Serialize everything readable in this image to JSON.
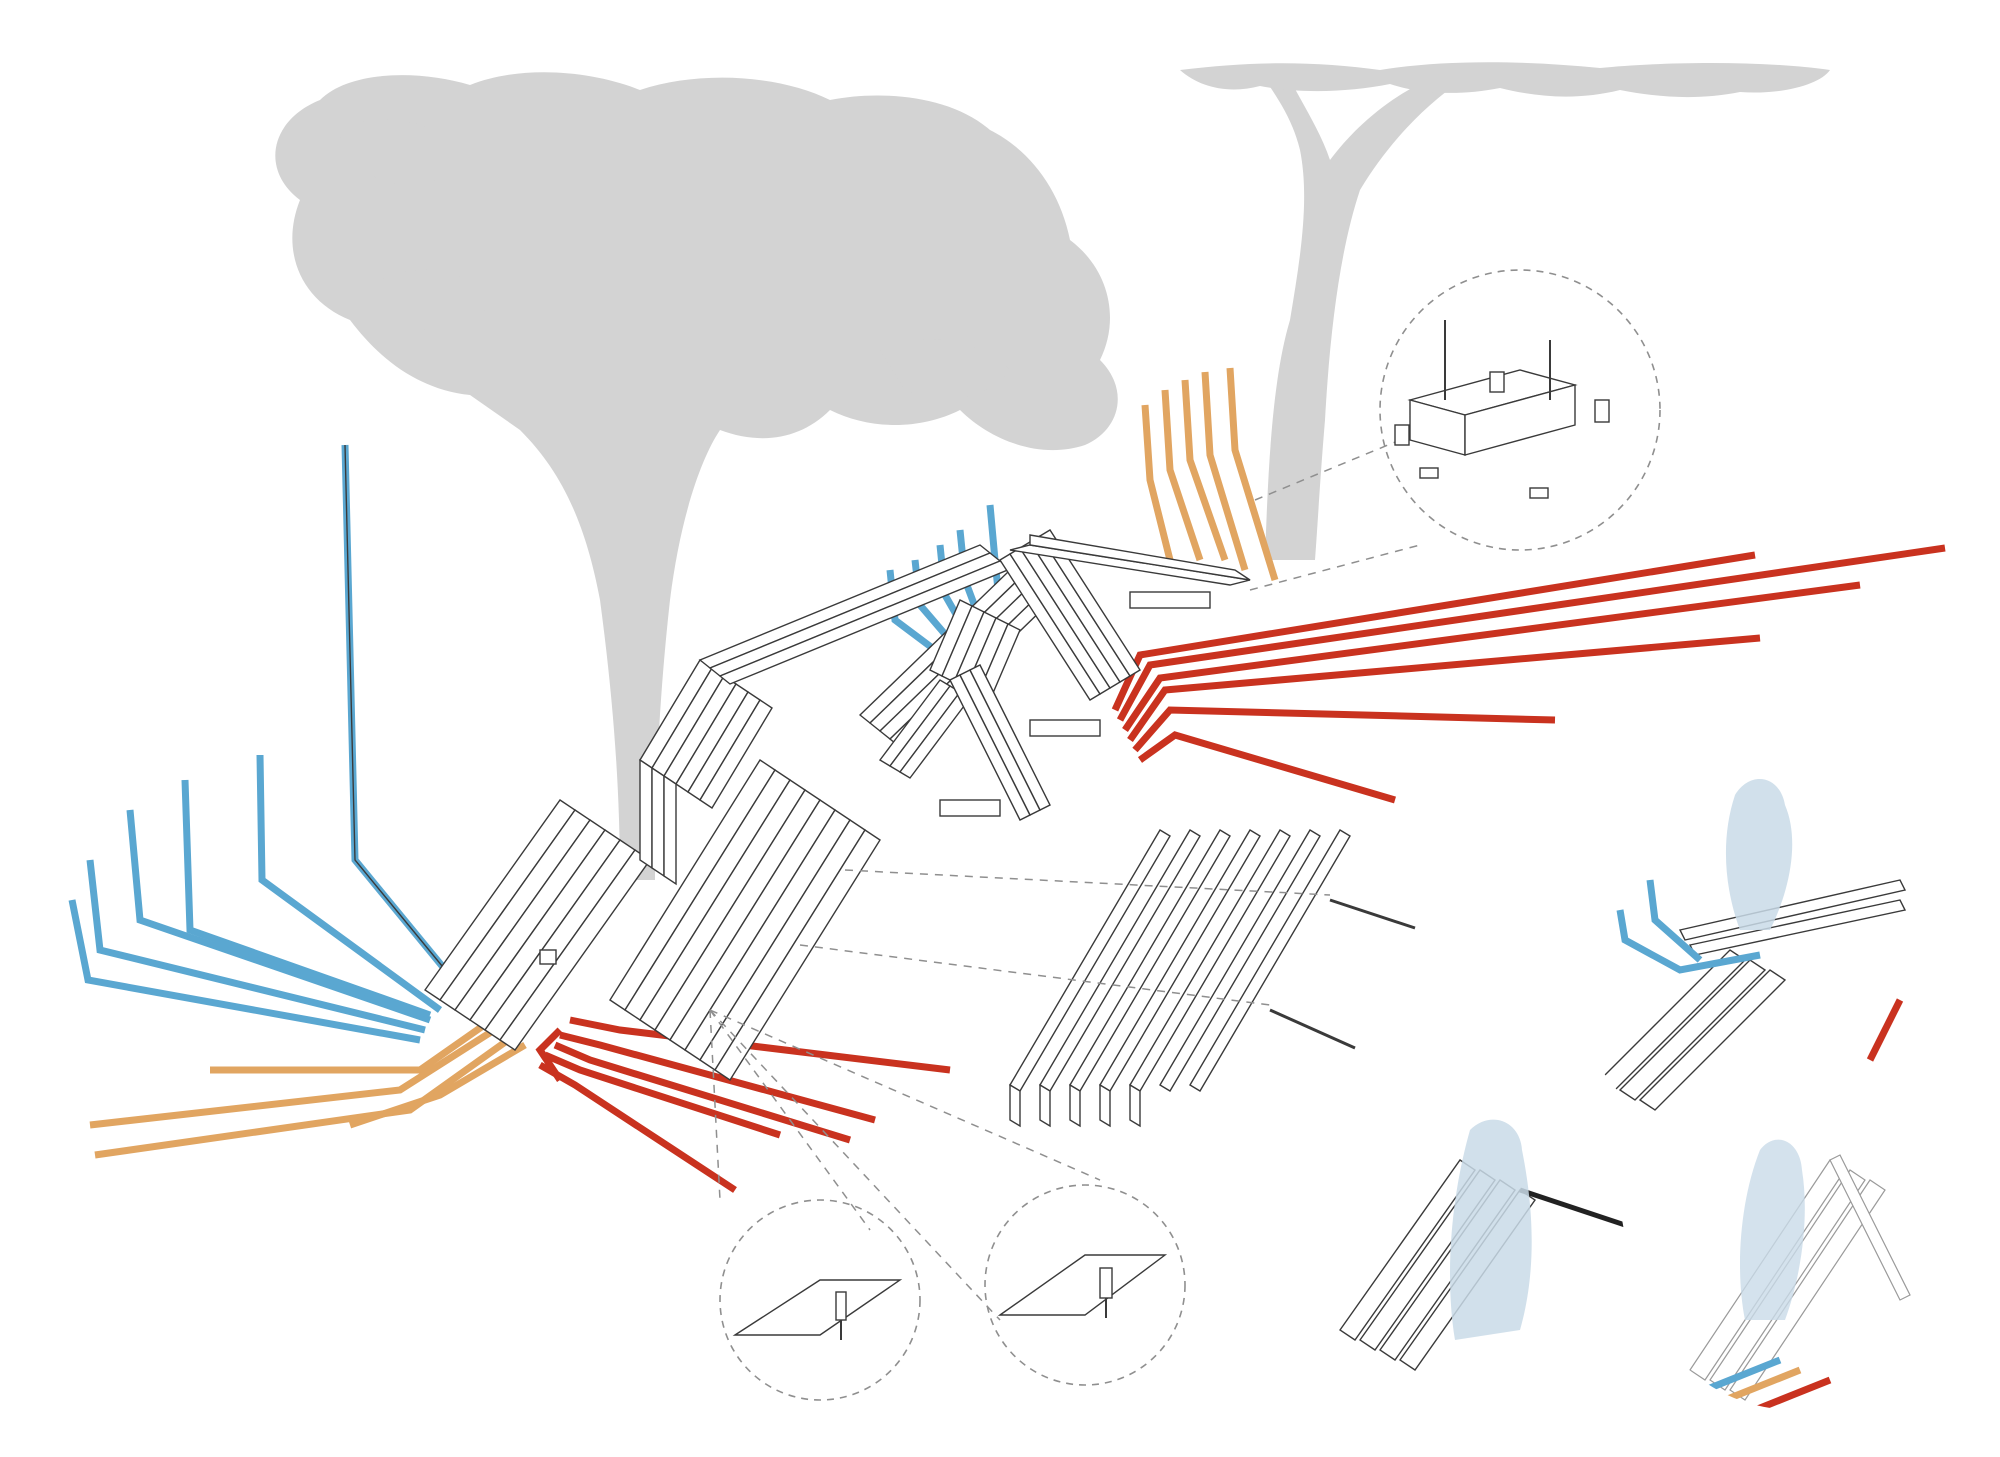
{
  "colors": {
    "background": "#ffffff",
    "tree": "#d3d3d3",
    "path_blue": "#5aa7d1",
    "path_orange": "#e1a561",
    "path_red": "#c9321f",
    "person": "#c9dbe8",
    "line": "#3a3a3a",
    "dash": "#8f8f8f"
  },
  "legend_paths": [
    "blue-path",
    "orange-path",
    "red-path"
  ],
  "details": [
    {
      "name": "bracket-foot-detail"
    },
    {
      "name": "pivot-pin-detail-left"
    },
    {
      "name": "pivot-pin-detail-right"
    },
    {
      "name": "usage-vignette-reclining"
    },
    {
      "name": "usage-vignette-seated"
    },
    {
      "name": "usage-vignette-transparent"
    }
  ]
}
